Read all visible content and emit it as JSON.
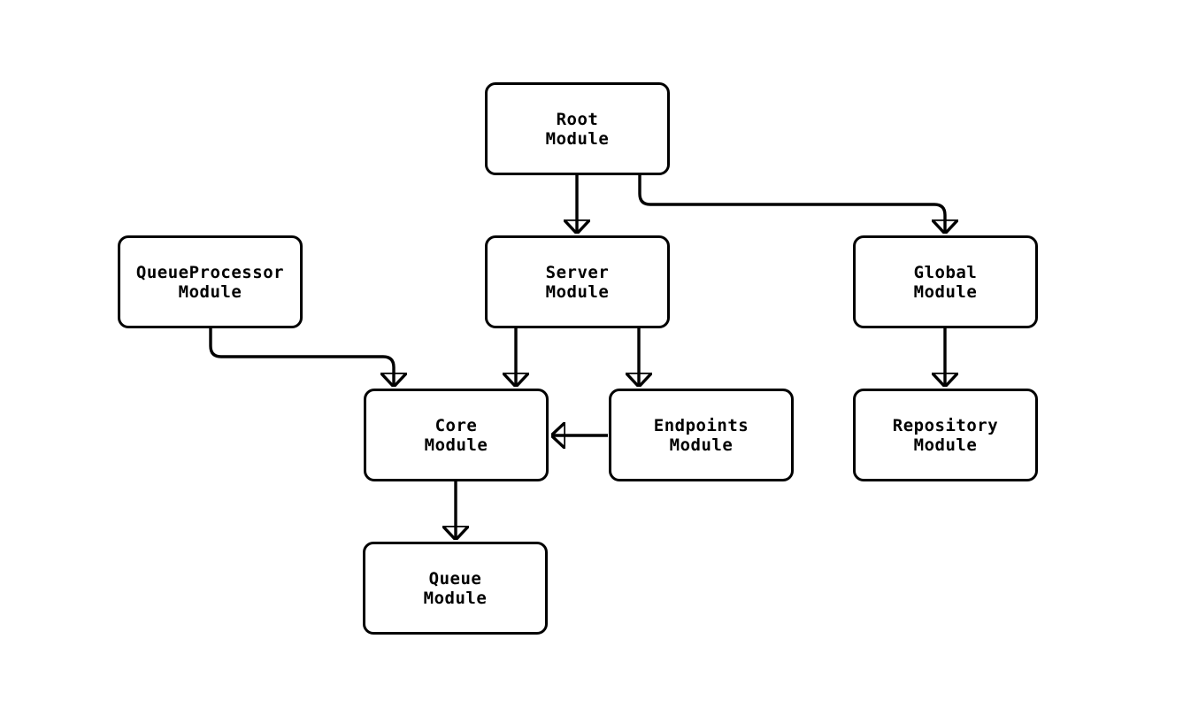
{
  "diagram": {
    "type": "flowchart",
    "colors": {
      "background": "#ffffff",
      "node_fill": "#ffffff",
      "node_border": "#000000",
      "edge": "#000000",
      "text": "#000000"
    },
    "nodes": {
      "root": {
        "line1": "Root",
        "line2": "Module"
      },
      "queueproc": {
        "line1": "QueueProcessor",
        "line2": "Module"
      },
      "server": {
        "line1": "Server",
        "line2": "Module"
      },
      "global": {
        "line1": "Global",
        "line2": "Module"
      },
      "core": {
        "line1": "Core",
        "line2": "Module"
      },
      "endpoints": {
        "line1": "Endpoints",
        "line2": "Module"
      },
      "repository": {
        "line1": "Repository",
        "line2": "Module"
      },
      "queue": {
        "line1": "Queue",
        "line2": "Module"
      }
    },
    "edges": [
      {
        "from": "Root Module",
        "to": "Server Module"
      },
      {
        "from": "Root Module",
        "to": "Global Module"
      },
      {
        "from": "QueueProcessor Module",
        "to": "Core Module"
      },
      {
        "from": "Server Module",
        "to": "Core Module"
      },
      {
        "from": "Server Module",
        "to": "Endpoints Module"
      },
      {
        "from": "Endpoints Module",
        "to": "Core Module"
      },
      {
        "from": "Global Module",
        "to": "Repository Module"
      },
      {
        "from": "Core Module",
        "to": "Queue Module"
      }
    ]
  }
}
